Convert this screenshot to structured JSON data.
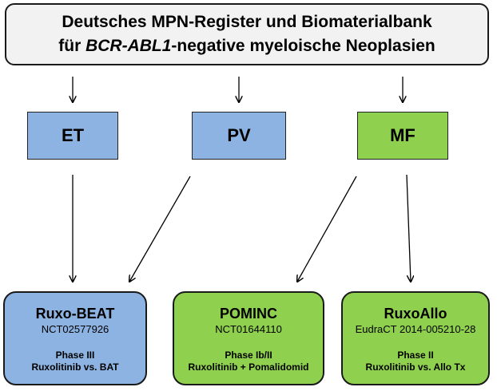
{
  "header": {
    "line1": "Deutsches MPN-Register und Biomaterialbank",
    "line2_prefix": "für ",
    "line2_italic": "BCR-ABL1",
    "line2_suffix": "-negative myeloische Neoplasien"
  },
  "categories": [
    {
      "key": "et",
      "label": "ET",
      "color": "#8db3e2"
    },
    {
      "key": "pv",
      "label": "PV",
      "color": "#8db3e2"
    },
    {
      "key": "mf",
      "label": "MF",
      "color": "#8fd14f"
    }
  ],
  "trials": [
    {
      "name": "Ruxo-BEAT",
      "id": "NCT02577926",
      "phase": "Phase III",
      "description": "Ruxolitinib vs. BAT",
      "color": "#8db3e2"
    },
    {
      "name": "POMINC",
      "id": "NCT01644110",
      "phase": "Phase Ib/II",
      "description": "Ruxolitinib + Pomalidomid",
      "color": "#8fd14f"
    },
    {
      "name": "RuxoAllo",
      "id": "EudraCT 2014-005210-28",
      "phase": "Phase II",
      "description": "Ruxolitinib vs. Allo Tx",
      "color": "#8fd14f"
    }
  ]
}
